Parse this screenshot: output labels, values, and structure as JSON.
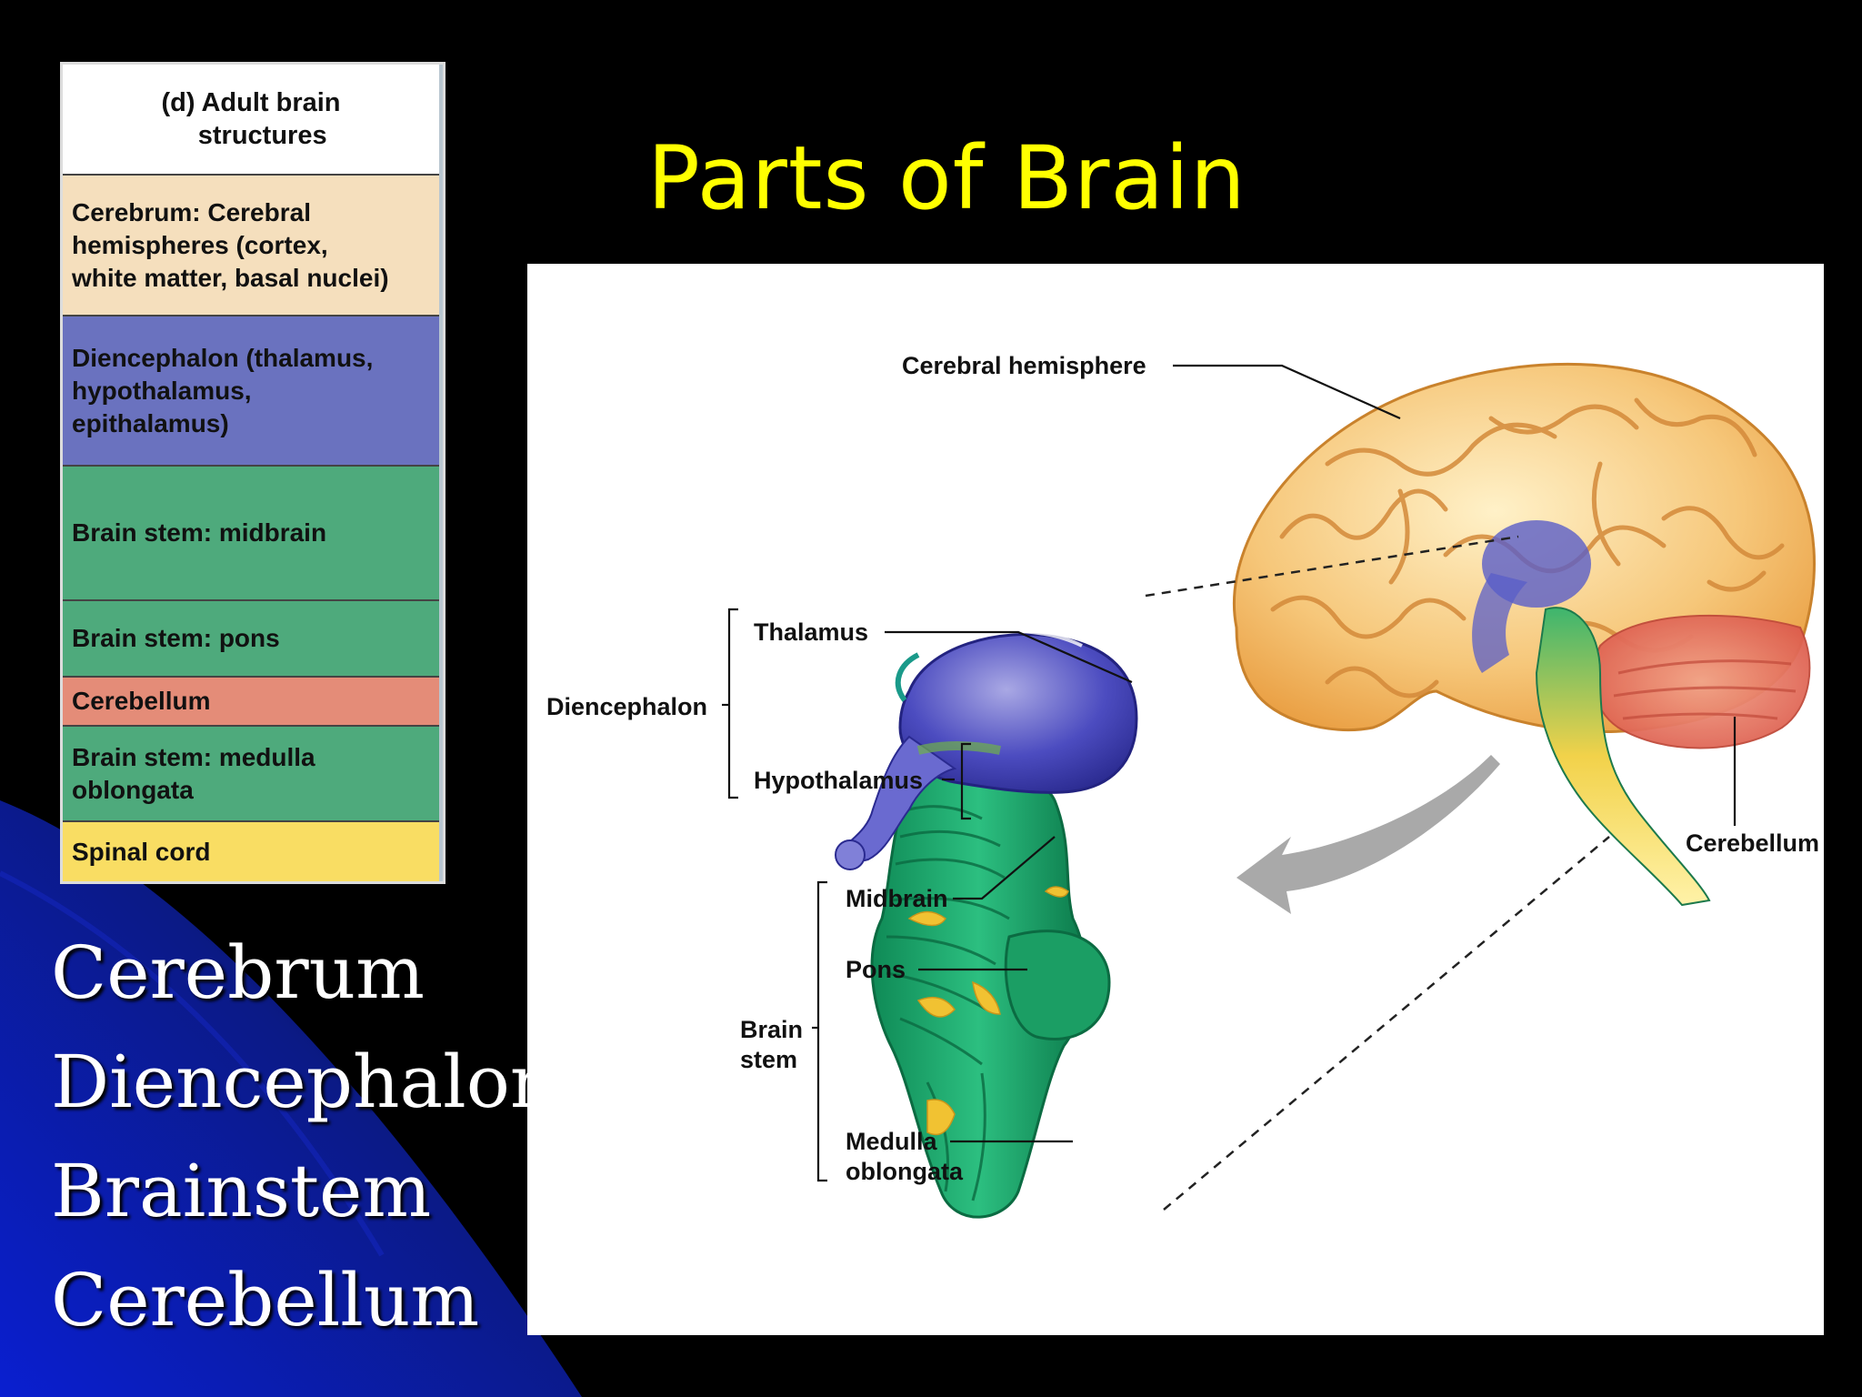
{
  "title": "Parts of Brain",
  "table": {
    "header": "(d) Adult brain\n     structures",
    "rows": [
      {
        "text": "Cerebrum: Cerebral\nhemispheres (cortex,\nwhite matter, basal nuclei)",
        "color": "#f5dfbd"
      },
      {
        "text": "Diencephalon (thalamus,\nhypothalamus,\nepithalamus)",
        "color": "#6a72bf"
      },
      {
        "text": "Brain stem: midbrain",
        "color": "#4eaa7c"
      },
      {
        "text": "Brain stem: pons",
        "color": "#4eaa7c"
      },
      {
        "text": "Cerebellum",
        "color": "#e48c78"
      },
      {
        "text": "Brain stem: medulla\noblongata",
        "color": "#4eaa7c"
      },
      {
        "text": "Spinal cord",
        "color": "#f9dd63"
      }
    ]
  },
  "bullets": [
    "Cerebrum",
    "Diencephalon",
    "Brainstem",
    "Cerebellum"
  ],
  "figure_labels": {
    "cerebral_hemisphere": "Cerebral hemisphere",
    "thalamus": "Thalamus",
    "diencephalon": "Diencephalon",
    "hypothalamus": "Hypothalamus",
    "midbrain": "Midbrain",
    "pons": "Pons",
    "brain_stem_1": "Brain",
    "brain_stem_2": "stem",
    "medulla_1": "Medulla",
    "medulla_2": "oblongata",
    "cerebellum": "Cerebellum"
  },
  "colors": {
    "title": "#ffff00",
    "cerebrum": "#f2b766",
    "diencephalon": "#3b3fae",
    "brainstem": "#22a36b",
    "cerebellum": "#ea7a66",
    "spinal_cord": "#f3d048"
  }
}
